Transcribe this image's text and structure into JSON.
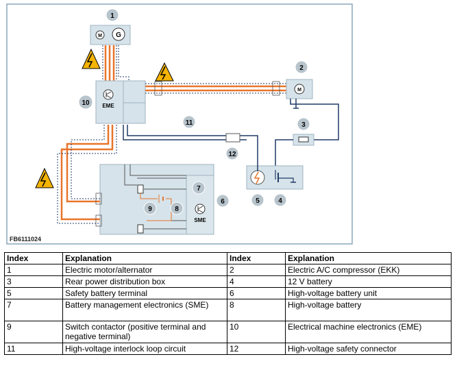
{
  "diagram": {
    "figure_id": "FB6111024",
    "component_labels": {
      "c1": "1",
      "c2": "2",
      "c3": "3",
      "c4": "4",
      "c5": "5",
      "c6": "6",
      "c7": "7",
      "c8": "8",
      "c9": "9",
      "c10": "10",
      "c11": "11",
      "c12": "12"
    },
    "inline_labels": {
      "eme": "EME",
      "sme": "SME",
      "motor": "M",
      "generator": "G",
      "compressor": "M"
    },
    "colors": {
      "high_voltage": "#e8742a",
      "low_voltage_line": "#1f3a66",
      "module_fill": "#d6e3ea",
      "frame": "#7f9fb5",
      "warning_fill": "#f5b400"
    }
  },
  "table": {
    "headers": [
      "Index",
      "Explanation",
      "Index",
      "Explanation"
    ],
    "rows": [
      [
        "1",
        "Electric motor/alternator",
        "2",
        "Electric A/C compressor (EKK)"
      ],
      [
        "3",
        "Rear power distribution box",
        "4",
        "12 V battery"
      ],
      [
        "5",
        "Safety battery terminal",
        "6",
        "High-voltage battery unit"
      ],
      [
        "7",
        "Battery management electronics (SME)",
        "8",
        "High-voltage battery"
      ],
      [
        "9",
        "Switch contactor (positive terminal and negative terminal)",
        "10",
        "Electrical machine electronics (EME)"
      ],
      [
        "11",
        "High-voltage interlock loop circuit",
        "12",
        "High-voltage safety connector"
      ]
    ]
  }
}
